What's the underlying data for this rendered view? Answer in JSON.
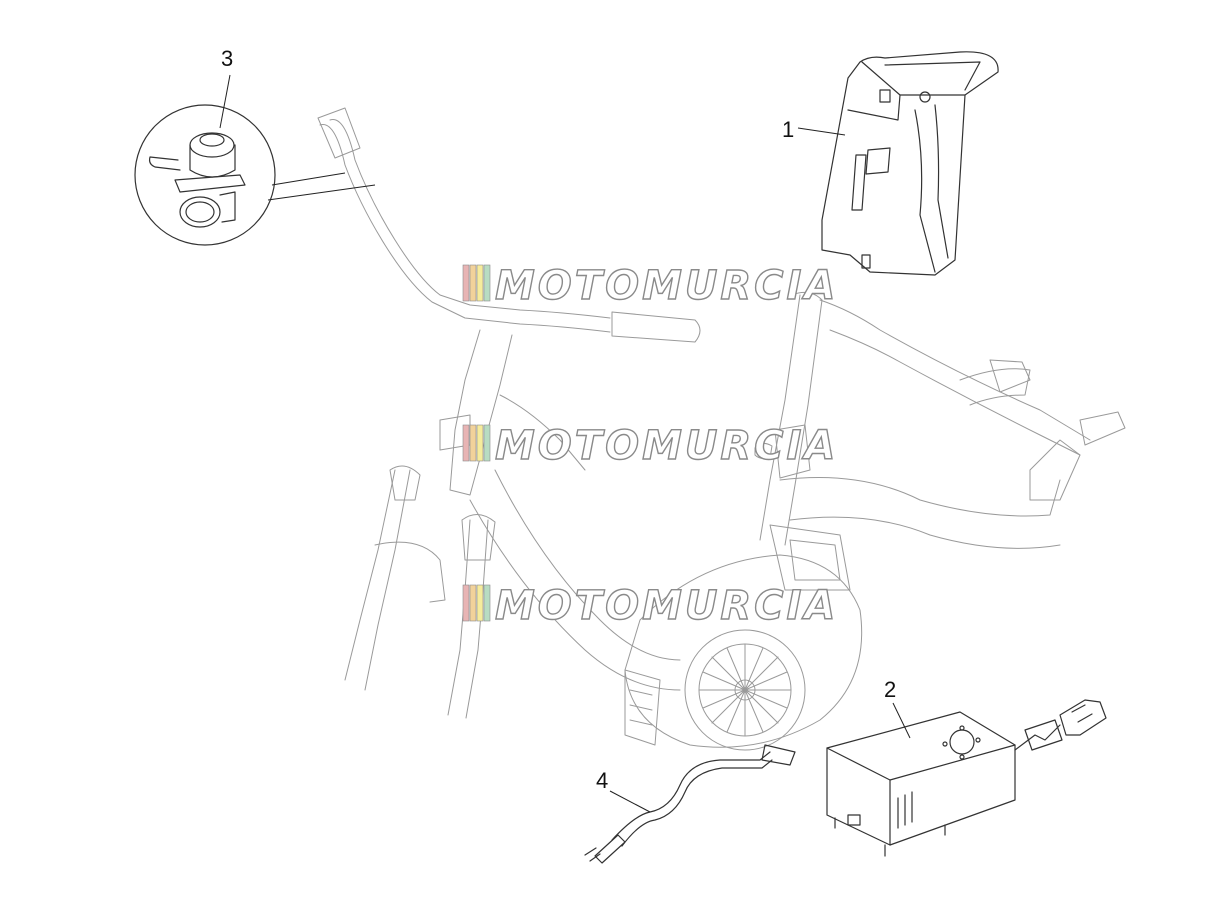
{
  "diagram": {
    "callouts": [
      {
        "id": "1",
        "label": "1"
      },
      {
        "id": "2",
        "label": "2"
      },
      {
        "id": "3",
        "label": "3"
      },
      {
        "id": "4",
        "label": "4"
      }
    ],
    "watermark": {
      "text": "MOTOMURCIA",
      "stripe_colors": [
        "#e8b4b4",
        "#f2d29a",
        "#f6ec9c",
        "#b8dcc2"
      ]
    },
    "colors": {
      "line": "#333333",
      "ghost_line": "#9a9a9a",
      "background": "#ffffff"
    }
  }
}
